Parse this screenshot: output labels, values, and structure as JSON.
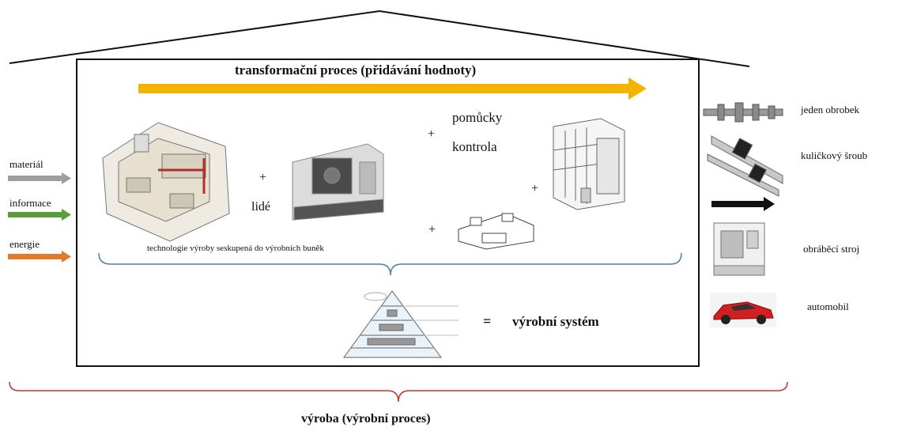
{
  "process_title": "transformační proces (přidávání hodnoty)",
  "inputs": [
    {
      "label": "materiál",
      "color": "#9e9e9e"
    },
    {
      "label": "informace",
      "color": "#5a9e3a"
    },
    {
      "label": "energie",
      "color": "#e07b2e"
    }
  ],
  "components": {
    "people": "lidé",
    "aids": "pomůcky",
    "control": "kontrola",
    "plus": "+",
    "cells_caption": "technologie výroby seskupená do výrobních buněk"
  },
  "result": {
    "equals": "=",
    "label": "výrobní systém"
  },
  "outputs": [
    {
      "label": "jeden obrobek"
    },
    {
      "label": "kuličkový šroub"
    },
    {
      "label": "obráběcí stroj"
    },
    {
      "label": "automobil"
    }
  ],
  "footer": "výroba (výrobní proces)",
  "colors": {
    "process_arrow": "#f2b400",
    "brace_blue": "#4a7fa8",
    "brace_red": "#c0392b"
  }
}
